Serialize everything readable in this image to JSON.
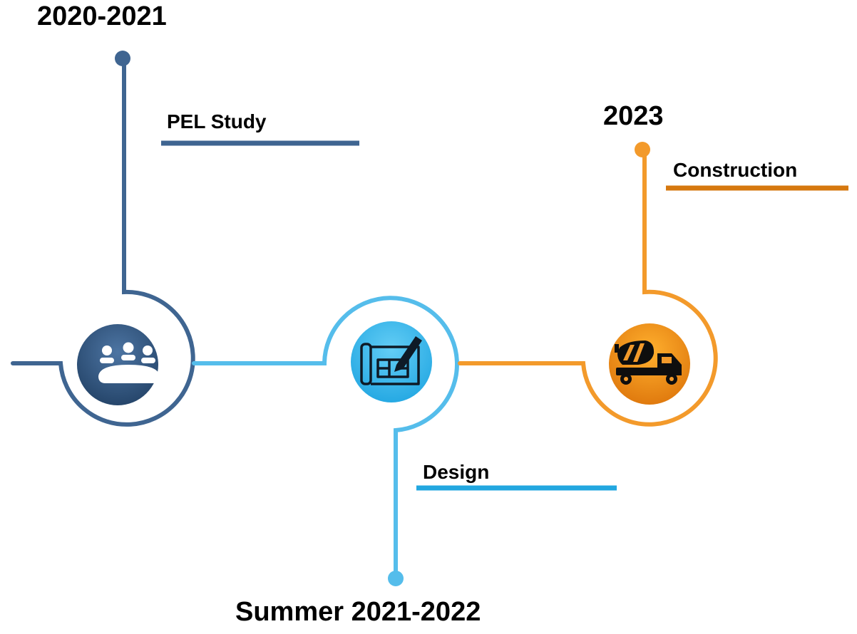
{
  "colors": {
    "phase1": "#3f6591",
    "phase1_dark": "#2a4c73",
    "phase2": "#55bdeb",
    "phase2_bar": "#22a7e0",
    "phase3": "#f39a2b",
    "phase3_bar": "#d6780f"
  },
  "milestones": [
    {
      "date": "2020-2021",
      "label": "PEL Study",
      "icon": "meeting-people-icon"
    },
    {
      "date": "Summer 2021-2022",
      "label": "Design",
      "icon": "blueprint-pencil-icon"
    },
    {
      "date": "2023",
      "label": "Construction",
      "icon": "cement-truck-icon"
    }
  ]
}
